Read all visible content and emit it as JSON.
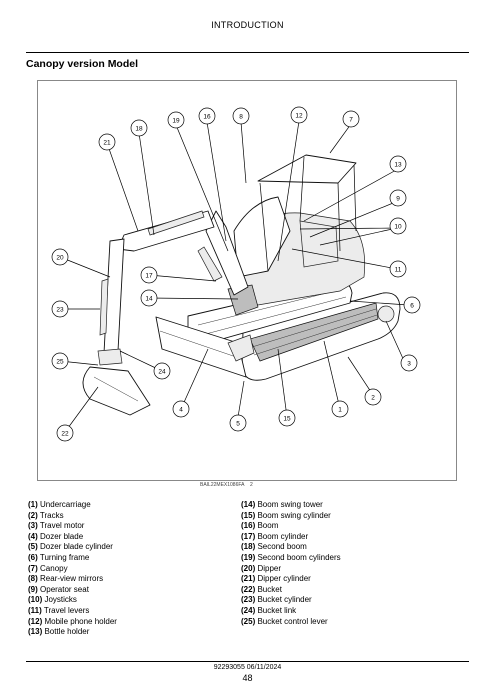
{
  "header": {
    "title": "INTRODUCTION"
  },
  "section": {
    "title": "Canopy version Model"
  },
  "figure": {
    "code": "BAIL22MEX1086FA",
    "code_suffix": "2",
    "callouts": [
      "1",
      "2",
      "3",
      "4",
      "5",
      "6",
      "7",
      "8",
      "9",
      "10",
      "11",
      "12",
      "13",
      "14",
      "15",
      "16",
      "17",
      "18",
      "19",
      "20",
      "21",
      "22",
      "23",
      "24",
      "25"
    ]
  },
  "legend": {
    "left": [
      {
        "num": "(1)",
        "text": "Undercarriage"
      },
      {
        "num": "(2)",
        "text": "Tracks"
      },
      {
        "num": "(3)",
        "text": "Travel motor"
      },
      {
        "num": "(4)",
        "text": "Dozer blade"
      },
      {
        "num": "(5)",
        "text": "Dozer blade cylinder"
      },
      {
        "num": "(6)",
        "text": "Turning frame"
      },
      {
        "num": "(7)",
        "text": "Canopy"
      },
      {
        "num": "(8)",
        "text": "Rear-view mirrors"
      },
      {
        "num": "(9)",
        "text": "Operator seat"
      },
      {
        "num": "(10)",
        "text": "Joysticks"
      },
      {
        "num": "(11)",
        "text": "Travel levers"
      },
      {
        "num": "(12)",
        "text": "Mobile phone holder"
      },
      {
        "num": "(13)",
        "text": "Bottle holder"
      }
    ],
    "right": [
      {
        "num": "(14)",
        "text": "Boom swing tower"
      },
      {
        "num": "(15)",
        "text": "Boom swing cylinder"
      },
      {
        "num": "(16)",
        "text": "Boom"
      },
      {
        "num": "(17)",
        "text": "Boom cylinder"
      },
      {
        "num": "(18)",
        "text": "Second boom"
      },
      {
        "num": "(19)",
        "text": "Second boom cylinders"
      },
      {
        "num": "(20)",
        "text": "Dipper"
      },
      {
        "num": "(21)",
        "text": "Dipper cylinder"
      },
      {
        "num": "(22)",
        "text": "Bucket"
      },
      {
        "num": "(23)",
        "text": "Bucket cylinder"
      },
      {
        "num": "(24)",
        "text": "Bucket link"
      },
      {
        "num": "(25)",
        "text": "Bucket control lever"
      }
    ]
  },
  "footer": {
    "code": "92293055 06/11/2024",
    "page": "48"
  }
}
